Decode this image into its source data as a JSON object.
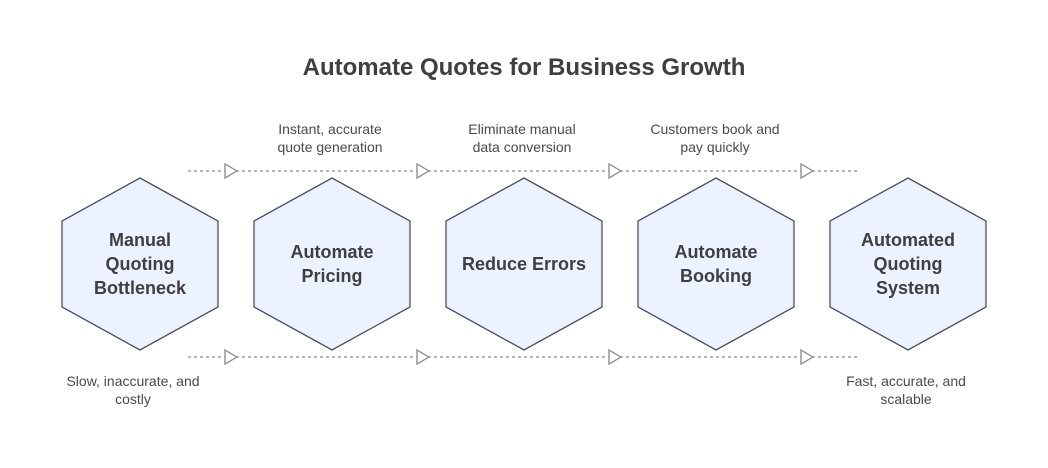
{
  "title": "Automate Quotes for Business Growth",
  "colors": {
    "hex_fill": "#ecf2ff",
    "hex_stroke": "#4a4f63",
    "arrow": "#8a8a8a",
    "text": "#3f3f3f"
  },
  "steps": [
    {
      "lines": [
        "Manual",
        "Quoting",
        "Bottleneck"
      ]
    },
    {
      "lines": [
        "Automate",
        "Pricing"
      ]
    },
    {
      "lines": [
        "Reduce Errors"
      ]
    },
    {
      "lines": [
        "Automate",
        "Booking"
      ]
    },
    {
      "lines": [
        "Automated",
        "Quoting",
        "System"
      ]
    }
  ],
  "top_notes": [
    {
      "lines": [
        "Instant, accurate",
        "quote generation"
      ]
    },
    {
      "lines": [
        "Eliminate manual",
        "data conversion"
      ]
    },
    {
      "lines": [
        "Customers book and",
        "pay quickly"
      ]
    }
  ],
  "bottom_notes": [
    {
      "lines": [
        "Slow, inaccurate, and",
        "costly"
      ]
    },
    {
      "lines": [
        "Fast, accurate, and",
        "scalable"
      ]
    }
  ]
}
